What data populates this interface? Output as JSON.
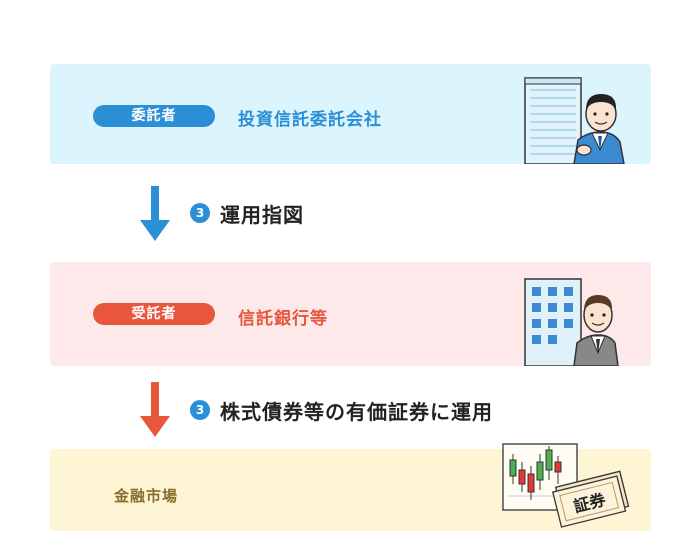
{
  "trustor": {
    "role_label": "委託者",
    "org_name": "投資信託委託会社",
    "icon": "building-businessman-icon"
  },
  "step1": {
    "number": "3",
    "text": "運用指図"
  },
  "trustee": {
    "role_label": "受託者",
    "org_name": "信託銀行等",
    "icon": "building-businessman-icon"
  },
  "step2": {
    "number": "3",
    "text": "株式債券等の有価証券に運用"
  },
  "market": {
    "org_name": "金融市場",
    "icon": "candlestick-chart-securities-icon",
    "securities_label": "証券"
  },
  "colors": {
    "blue": "#2b8fd8",
    "red": "#e8573c",
    "box_blue": "#dcf5fd",
    "box_red": "#fde8ea",
    "box_yellow": "#fdf5d3"
  }
}
